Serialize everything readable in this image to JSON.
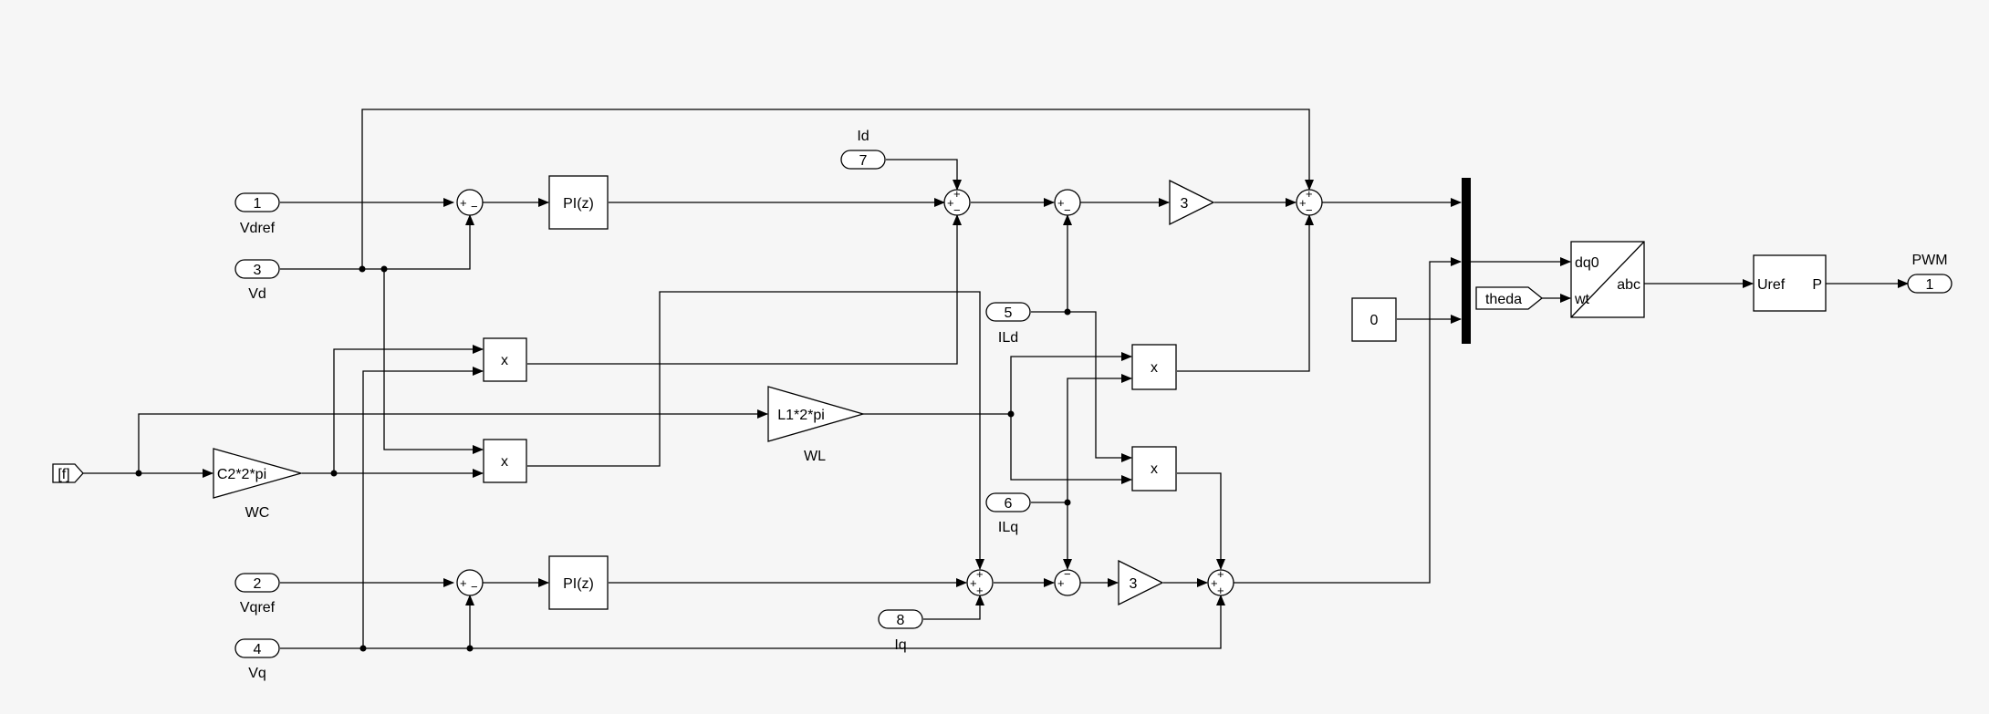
{
  "ports": {
    "in1": {
      "number": "1",
      "name": "Vdref"
    },
    "in3": {
      "number": "3",
      "name": "Vd"
    },
    "in2": {
      "number": "2",
      "name": "Vqref"
    },
    "in4": {
      "number": "4",
      "name": "Vq"
    },
    "in7": {
      "number": "7",
      "name": "Id"
    },
    "in5": {
      "number": "5",
      "name": "ILd"
    },
    "in6": {
      "number": "6",
      "name": "ILq"
    },
    "in8": {
      "number": "8",
      "name": "Iq"
    },
    "out1": {
      "number": "1",
      "name": "PWM"
    }
  },
  "from_f": "[f]",
  "goto_theda": "theda",
  "const0": "0",
  "pi_label": "PI(z)",
  "gain_wc": {
    "expr": "C2*2*pi",
    "name": "WC"
  },
  "gain_wl": {
    "expr": "L1*2*pi",
    "name": "WL"
  },
  "gain3": "3",
  "product": "x",
  "dq0_block": {
    "in1": "dq0",
    "in2": "wt",
    "out": "abc"
  },
  "pwm_block": {
    "in": "Uref",
    "out": "P"
  },
  "signs": {
    "plus": "+",
    "minus": "−",
    "plusminus": "+−",
    "plusplus": "++",
    "plusplusminus": "++−"
  }
}
